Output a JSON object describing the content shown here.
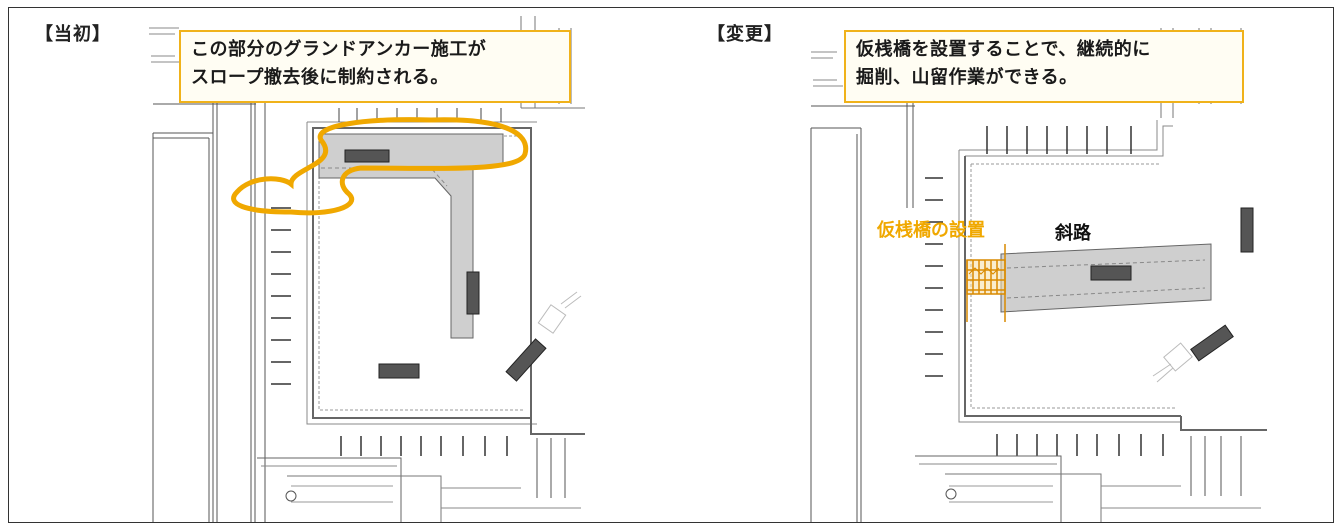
{
  "colors": {
    "highlight": "#f0a800",
    "callout_border": "#f0b21a",
    "ramp_fill": "#cfcfcf",
    "line": "#555555"
  },
  "left_panel": {
    "heading": "【当初】",
    "callout_line1": "この部分のグランドアンカー施工が",
    "callout_line2": "スロープ撤去後に制約される。"
  },
  "right_panel": {
    "heading": "【変更】",
    "callout_line1": "仮桟橋を設置することで、継続的に",
    "callout_line2": "掘削、山留作業ができる。",
    "bridge_label": "仮桟橋の設置",
    "ramp_label": "斜路"
  }
}
